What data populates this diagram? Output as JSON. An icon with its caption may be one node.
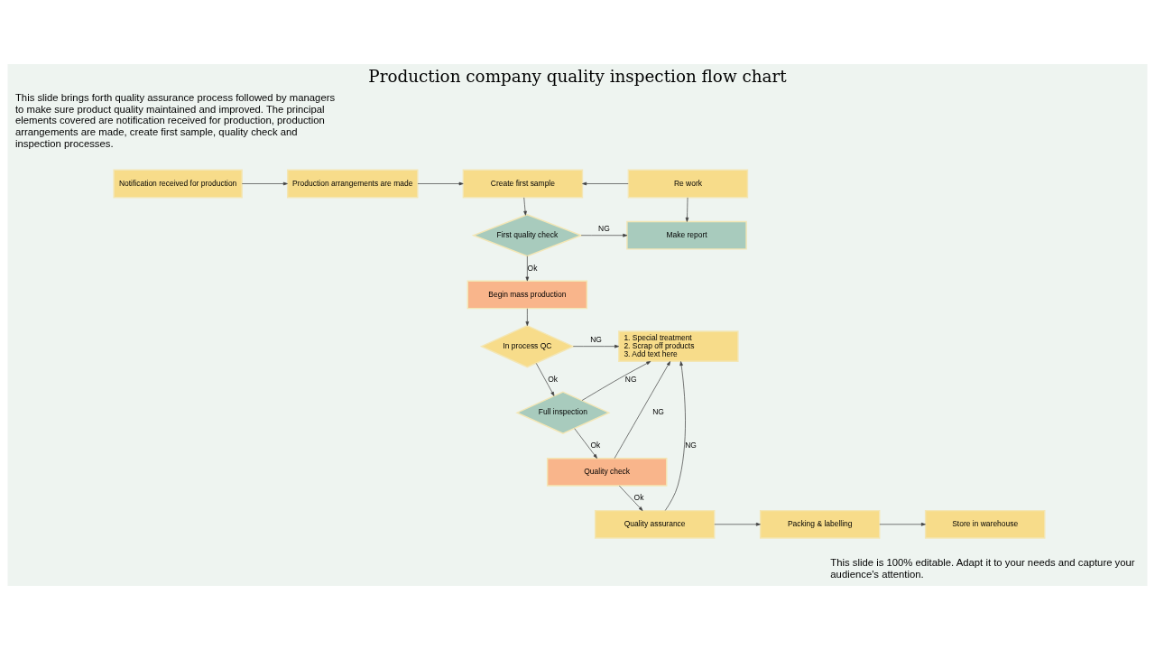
{
  "diagram": {
    "title": "Production company quality inspection flow chart",
    "nodes": [
      {
        "text": [
          "Notification received for production"
        ]
      },
      {
        "text": [
          "Production arrangements are made"
        ]
      },
      {
        "text": [
          "Create first sample"
        ]
      },
      {
        "text": [
          "Re work"
        ]
      },
      {
        "text": [
          "First quality check"
        ]
      },
      {
        "text": [
          "Make report"
        ]
      },
      {
        "text": [
          "Begin mass production"
        ]
      },
      {
        "text": [
          "In process QC"
        ]
      },
      {
        "text": [
          "1. Special treatment",
          "2. Scrap off products",
          "3. Add text here"
        ]
      },
      {
        "text": [
          "Full inspection"
        ]
      },
      {
        "text": [
          "Quality check"
        ]
      },
      {
        "text": [
          "Quality assurance"
        ]
      },
      {
        "text": [
          "Packing & labelling"
        ]
      },
      {
        "text": [
          "Store in warehouse"
        ]
      }
    ],
    "edges": [
      {
        "from": 0,
        "to": 1,
        "arrow": "to"
      },
      {
        "from": 1,
        "to": 2,
        "arrow": "to"
      },
      {
        "from": 3,
        "to": 2,
        "arrow": "to"
      },
      {
        "from": 3,
        "to": 5,
        "arrow": "to"
      },
      {
        "from": 2,
        "to": 4,
        "arrow": "to"
      },
      {
        "from": 4,
        "to": 5,
        "arrow": "to",
        "label": "NG"
      },
      {
        "from": 4,
        "to": 6,
        "arrow": "to",
        "label": "Ok"
      },
      {
        "from": 6,
        "to": 7,
        "arrow": "to"
      },
      {
        "from": 7,
        "to": 8,
        "arrow": "to",
        "label": "NG"
      },
      {
        "from": 7,
        "to": 9,
        "arrow": "to",
        "label": "Ok"
      },
      {
        "from": 9,
        "to": 8,
        "arrow": "to",
        "label": "NG"
      },
      {
        "from": 9,
        "to": 10,
        "arrow": "to",
        "label": "Ok"
      },
      {
        "from": 10,
        "to": 8,
        "arrow": "to",
        "label": "NG"
      },
      {
        "from": 10,
        "to": 11,
        "arrow": "to",
        "label": "Ok"
      },
      {
        "from": 11,
        "to": 8,
        "arrow": "to",
        "label": "NG"
      },
      {
        "from": 11,
        "to": 12,
        "arrow": "to"
      },
      {
        "from": 12,
        "to": 13,
        "arrow": "to"
      }
    ],
    "labels": [
      "This slide brings forth quality assurance process followed by managers to make sure product quality maintained and improved. The principal elements covered are notification received for production, production arrangements are made, create first sample, quality check and inspection processes.",
      "This slide is 100% editable. Adapt it to your needs and capture your audience's attention."
    ]
  }
}
